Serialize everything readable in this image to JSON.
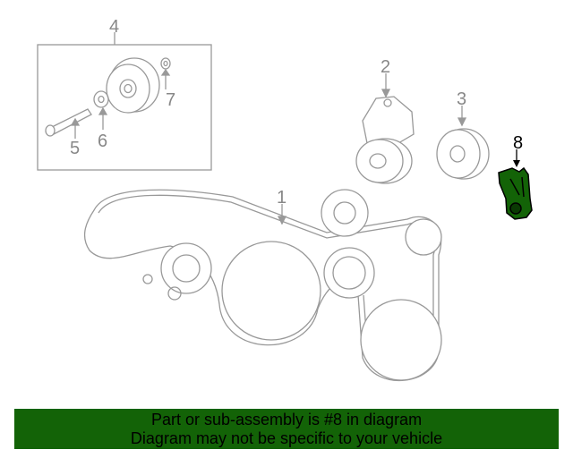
{
  "diagram": {
    "callouts": [
      "1",
      "2",
      "3",
      "4",
      "5",
      "6",
      "7",
      "8"
    ],
    "selected_part": "8",
    "highlight_color": "#136307",
    "line_color": "#999999"
  },
  "banner": {
    "line1": "Part or sub-assembly is #8 in diagram",
    "line2": "Diagram may not be specific to your vehicle",
    "background": "#136307"
  }
}
